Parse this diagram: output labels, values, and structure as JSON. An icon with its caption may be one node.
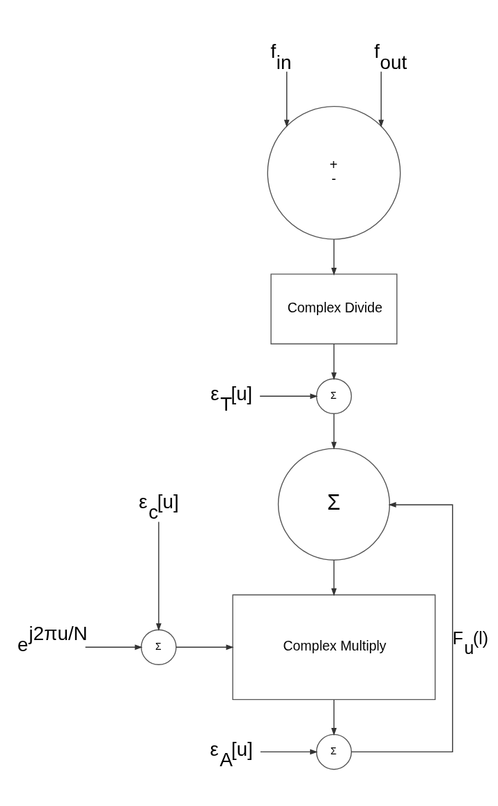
{
  "diagram": {
    "nodes": [
      {
        "text": [
          "f$_{in}$"
        ]
      },
      {
        "text": [
          "f$_{out}$"
        ]
      },
      {
        "text": [
          "+",
          "-"
        ]
      },
      {
        "text": [
          "Complex Divide"
        ]
      },
      {
        "text": [
          "Σ"
        ]
      },
      {
        "text": [
          "ε$_{T}$[u]"
        ]
      },
      {
        "text": [
          "Σ"
        ]
      },
      {
        "text": [
          "Complex Multiply"
        ]
      },
      {
        "text": [
          "ε$_{c}$[u]"
        ]
      },
      {
        "text": [
          "Σ"
        ]
      },
      {
        "text": [
          "e$^{j2πu/N}$"
        ]
      },
      {
        "text": [
          "Σ"
        ]
      },
      {
        "text": [
          "ε$_{A}$[u]"
        ]
      }
    ],
    "edges": [
      {
        "from": 0,
        "to": 2,
        "arrow": "to"
      },
      {
        "from": 1,
        "to": 2,
        "arrow": "to"
      },
      {
        "from": 2,
        "to": 3,
        "arrow": "to"
      },
      {
        "from": 3,
        "to": 4,
        "arrow": "to"
      },
      {
        "from": 5,
        "to": 4,
        "arrow": "to"
      },
      {
        "from": 4,
        "to": 6,
        "arrow": "to"
      },
      {
        "from": 6,
        "to": 7,
        "arrow": "to"
      },
      {
        "from": 9,
        "to": 7,
        "arrow": "to"
      },
      {
        "from": 8,
        "to": 9,
        "arrow": "to"
      },
      {
        "from": 10,
        "to": 9,
        "arrow": "to"
      },
      {
        "from": 7,
        "to": 11,
        "arrow": "to"
      },
      {
        "from": 12,
        "to": 11,
        "arrow": "to"
      },
      {
        "from": 11,
        "to": 6,
        "arrow": "to",
        "label": "F$_{u}$(l)"
      }
    ]
  }
}
